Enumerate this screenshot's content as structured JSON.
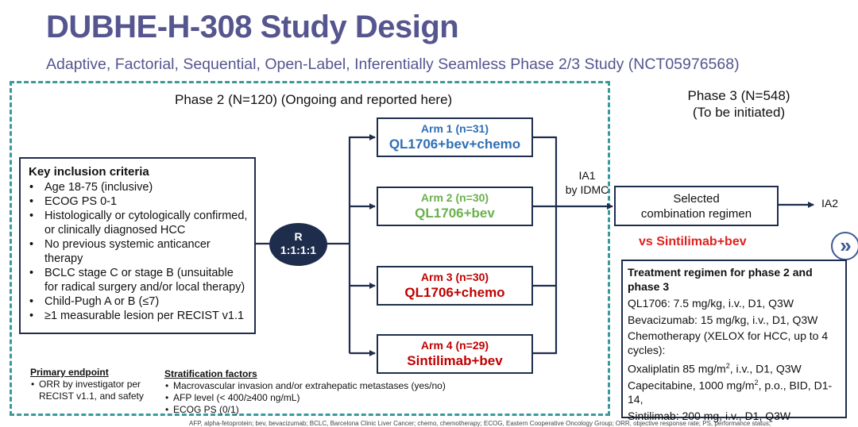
{
  "title": "DUBHE-H-308 Study Design",
  "subtitle": "Adaptive, Factorial, Sequential, Open-Label, Inferentially Seamless Phase 2/3 Study (NCT05976568)",
  "phase2_label": "Phase 2 (N=120) (Ongoing and reported here)",
  "phase3": {
    "line1": "Phase 3 (N=548)",
    "line2": "(To be initiated)"
  },
  "inclusion": {
    "title": "Key inclusion criteria",
    "items": [
      "Age 18-75 (inclusive)",
      "ECOG PS 0-1",
      "Histologically or cytologically confirmed, or clinically diagnosed HCC",
      "No previous systemic anticancer therapy",
      "BCLC stage C or stage B (unsuitable for radical surgery and/or local therapy)",
      "Child-Pugh A or B (≤7)",
      "≥1 measurable lesion per RECIST v1.1"
    ]
  },
  "randomization": {
    "line1": "R",
    "line2": "1:1:1:1"
  },
  "arms": [
    {
      "label": "Arm 1 (n=31)",
      "regimen": "QL1706+bev+chemo",
      "color": "#2f6fb4"
    },
    {
      "label": "Arm 2 (n=30)",
      "regimen": "QL1706+bev",
      "color": "#6ab04c"
    },
    {
      "label": "Arm 3 (n=30)",
      "regimen": "QL1706+chemo",
      "color": "#c00000"
    },
    {
      "label": "Arm 4 (n=29)",
      "regimen": "Sintilimab+bev",
      "color": "#c00000"
    }
  ],
  "ia1": {
    "line1": "IA1",
    "line2": "by IDMC"
  },
  "selected": {
    "line1": "Selected",
    "line2": "combination regimen"
  },
  "ia2": "IA2",
  "vs": "vs Sintilimab+bev",
  "treatment": {
    "title": "Treatment regimen for phase 2 and phase 3",
    "lines": [
      {
        "pre": "QL1706: 7.5 mg/kg, i.v., D1, Q3W"
      },
      {
        "pre": "Bevacizumab: 15 mg/kg, i.v., D1, Q3W"
      },
      {
        "pre": "Chemotherapy (XELOX for HCC, up to 4 cycles):"
      },
      {
        "pre": "Oxaliplatin 85 mg/m",
        "sup": "2",
        "post": ", i.v., D1, Q3W"
      },
      {
        "pre": "Capecitabine, 1000 mg/m",
        "sup": "2",
        "post": ", p.o., BID, D1-14,"
      },
      {
        "pre": "Sintilimab: 200 mg, i.v., D1, Q3W"
      }
    ]
  },
  "primary_endpoint": {
    "title": "Primary endpoint",
    "items": [
      "ORR by investigator per RECIST v1.1, and safety"
    ]
  },
  "stratification": {
    "title": "Stratification factors",
    "items": [
      "Macrovascular invasion and/or extrahepatic metastases (yes/no)",
      "AFP level (< 400/≥400 ng/mL)",
      "ECOG PS (0/1)"
    ]
  },
  "footnote": "AFP, alpha-fetoprotein; bev, bevacizumab; BCLC, Barcelona Clinic Liver Cancer; chemo, chemotherapy; ECOG, Eastern Cooperative Oncology Group; ORR, objective response rate; PS, performance status;",
  "next_button": "»",
  "colors": {
    "accent": "#55558f",
    "dashed_border": "#3a9a9a",
    "box_border": "#1f2d4d",
    "red": "#e02020"
  }
}
